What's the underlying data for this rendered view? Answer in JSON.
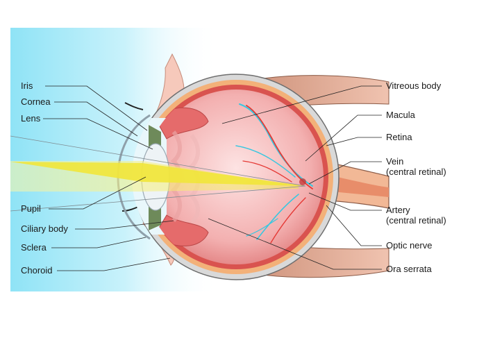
{
  "labels_left": [
    {
      "id": "iris",
      "text": "Iris"
    },
    {
      "id": "cornea",
      "text": "Cornea"
    },
    {
      "id": "lens",
      "text": "Lens"
    },
    {
      "id": "pupil",
      "text": "Pupil"
    },
    {
      "id": "ciliary-body",
      "text": "Ciliary body"
    },
    {
      "id": "sclera",
      "text": "Sclera"
    },
    {
      "id": "choroid",
      "text": "Choroid"
    }
  ],
  "labels_right": [
    {
      "id": "vitreous-body",
      "text": "Vitreous body"
    },
    {
      "id": "macula",
      "text": "Macula"
    },
    {
      "id": "retina",
      "text": "Retina"
    },
    {
      "id": "vein",
      "text": "Vein",
      "sub": "(central retinal)"
    },
    {
      "id": "artery",
      "text": "Artery",
      "sub": "(central retinal)"
    },
    {
      "id": "optic-nerve",
      "text": "Optic nerve"
    },
    {
      "id": "ora-serrata",
      "text": "Ora serrata"
    }
  ],
  "colors": {
    "background_gradient_start": "#9fe8f8",
    "sclera": "#d9d9d9",
    "choroid": "#f3b179",
    "retina": "#d9534f",
    "vitreous": "#f7c9c9",
    "light_beam": "#f5f07a",
    "vein": "#38c7e0",
    "artery": "#e53935",
    "muscle": "#e2a991"
  }
}
